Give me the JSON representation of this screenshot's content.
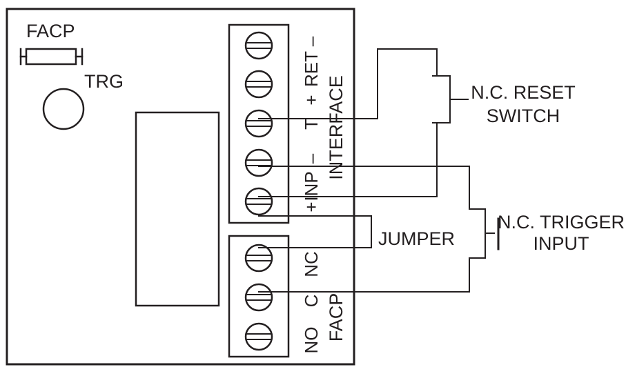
{
  "board": {
    "facp_led_label": "FACP",
    "trg_label": "TRG"
  },
  "interface_block": {
    "title": "INTERFACE",
    "terminals_top_to_bottom": [
      "RET –",
      "RET +",
      "T",
      "INP –",
      "INP +"
    ],
    "pin_labels": {
      "ret_minus": "–",
      "ret": "RET",
      "ret_plus": "+",
      "t": "T",
      "inp_minus": "–",
      "inp": "INP",
      "inp_plus": "+"
    }
  },
  "facp_block": {
    "title": "FACP",
    "pin_labels": {
      "nc": "NC",
      "c": "C",
      "no": "NO"
    }
  },
  "external": {
    "jumper_label": "JUMPER",
    "reset_switch_line1": "N.C. RESET",
    "reset_switch_line2": "SWITCH",
    "trigger_line1": "N.C. TRIGGER",
    "trigger_line2": "INPUT"
  },
  "colors": {
    "ink": "#231f20",
    "background": "#ffffff"
  }
}
